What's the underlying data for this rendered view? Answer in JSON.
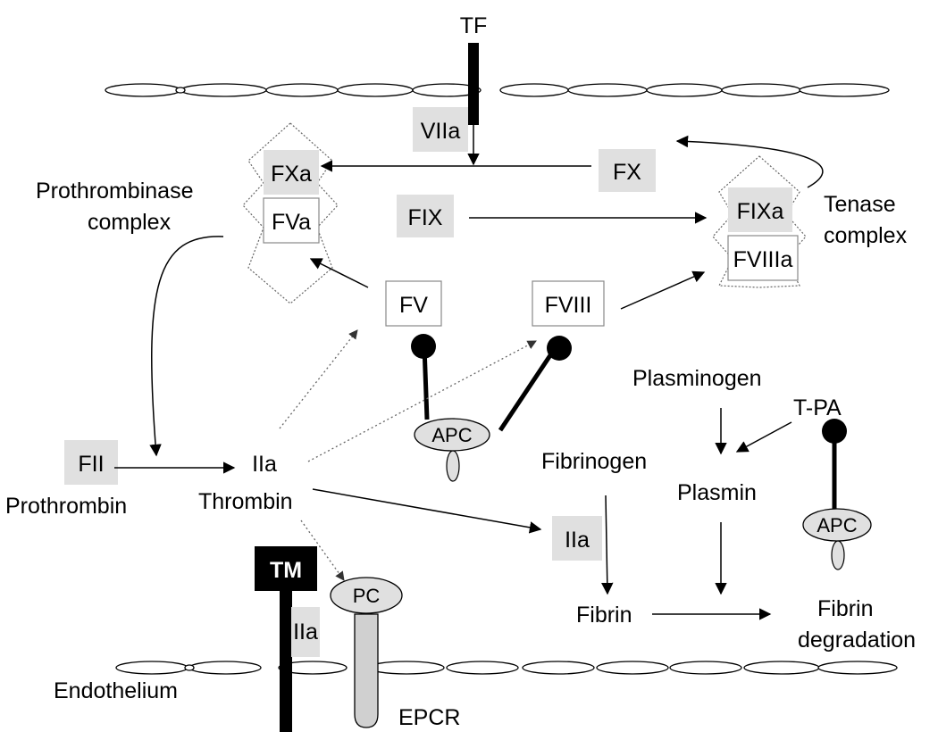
{
  "labels": {
    "tf": "TF",
    "viia": "VIIa",
    "fxa": "FXa",
    "fva": "FVa",
    "prothrombinase_line1": "Prothrombinase",
    "prothrombinase_line2": "complex",
    "fx": "FX",
    "fix": "FIX",
    "fixa": "FIXa",
    "fviiia": "FVIIIa",
    "tenase_line1": "Tenase",
    "tenase_line2": "complex",
    "fv": "FV",
    "fviii": "FVIII",
    "apc_1": "APC",
    "apc_2": "APC",
    "fii": "FII",
    "prothrombin": "Prothrombin",
    "iia_center": "IIa",
    "thrombin": "Thrombin",
    "iia_right": "IIa",
    "iia_tm": "IIa",
    "tm": "TM",
    "pc": "PC",
    "epcr": "EPCR",
    "endothelium": "Endothelium",
    "plasminogen": "Plasminogen",
    "tpa": "T-PA",
    "plasmin": "Plasmin",
    "fibrinogen": "Fibrinogen",
    "fibrin": "Fibrin",
    "fibrin_degradation_line1": "Fibrin",
    "fibrin_degradation_line2": "degradation"
  }
}
